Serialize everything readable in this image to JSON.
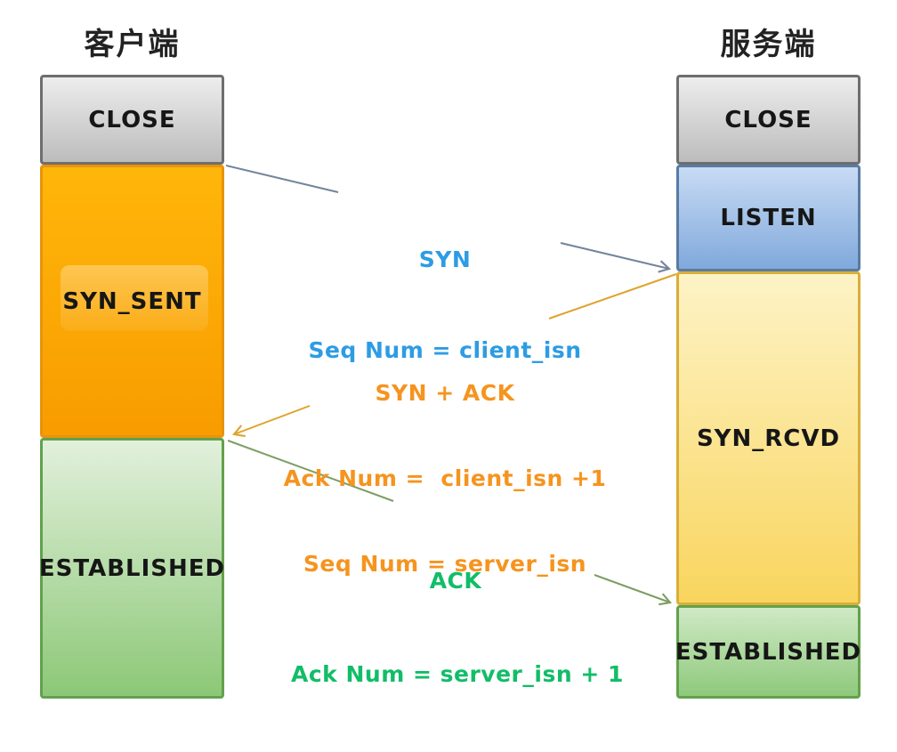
{
  "client": {
    "title": "客户端",
    "states": [
      {
        "id": "close",
        "label": "CLOSE"
      },
      {
        "id": "syn_sent",
        "label": "SYN_SENT"
      },
      {
        "id": "established",
        "label": "ESTABLISHED"
      }
    ]
  },
  "server": {
    "title": "服务端",
    "states": [
      {
        "id": "close",
        "label": "CLOSE"
      },
      {
        "id": "listen",
        "label": "LISTEN"
      },
      {
        "id": "syn_rcvd",
        "label": "SYN_RCVD"
      },
      {
        "id": "established",
        "label": "ESTABLISHED"
      }
    ]
  },
  "messages": {
    "syn": {
      "from": "client",
      "to": "server",
      "lines": [
        "SYN",
        "Seq Num = client_isn"
      ]
    },
    "syn_ack": {
      "from": "server",
      "to": "client",
      "lines": [
        "SYN + ACK",
        "Ack Num =  client_isn +1",
        "Seq Num = server_isn"
      ]
    },
    "ack": {
      "from": "client",
      "to": "server",
      "lines": [
        "ACK",
        "Ack Num = server_isn + 1"
      ]
    }
  },
  "colors": {
    "syn_text": "#2D9CE4",
    "syn_line": "#73849C",
    "syn_ack_text": "#F5941F",
    "syn_ack_line": "#DFA32C",
    "ack_text": "#12BD68",
    "ack_line": "#7D9E62",
    "state_close_fill": "#D9D9D9",
    "state_syn_sent_fill": "#FCA800",
    "state_listen_fill": "#9FC0E8",
    "state_syn_rcvd_fill": "#FBE392",
    "state_established_fill": "#A9D79A",
    "background": "#FFFFFF"
  }
}
